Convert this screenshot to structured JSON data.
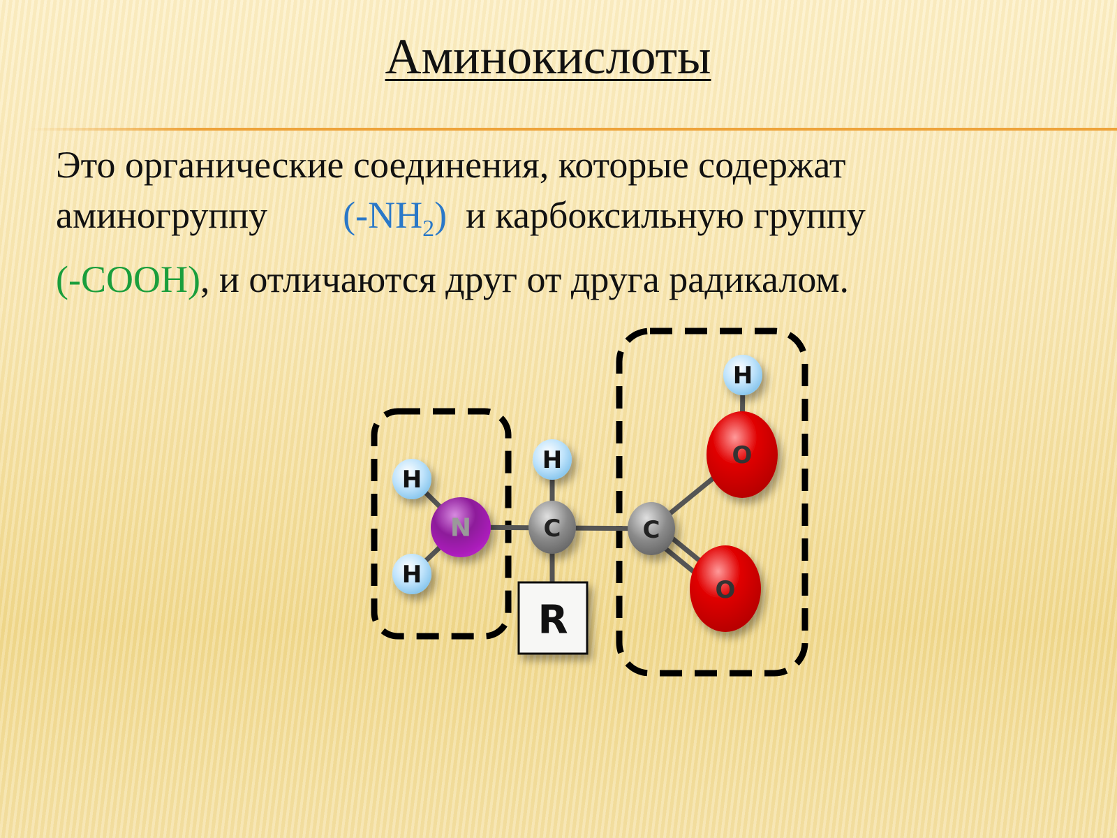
{
  "slide": {
    "title": "Аминокислоты",
    "body": {
      "line1": "Это органические соединения, которые содержат",
      "line2_pre": "аминогруппу        ",
      "amino_group": "(-NH",
      "amino_sub": "2",
      "amino_close": ")",
      "line2_post": "  и карбоксильную группу",
      "carboxyl_group": "(-COOH)",
      "line3_post": ", и отличаются друг от друга радикалом."
    },
    "colors": {
      "amino": "#2a78c8",
      "carboxyl": "#1a9e3c",
      "accent_rule": "#eea33a"
    }
  },
  "diagram": {
    "atoms": {
      "h": "H",
      "n": "N",
      "c": "C",
      "o": "O"
    },
    "radical": "R"
  }
}
